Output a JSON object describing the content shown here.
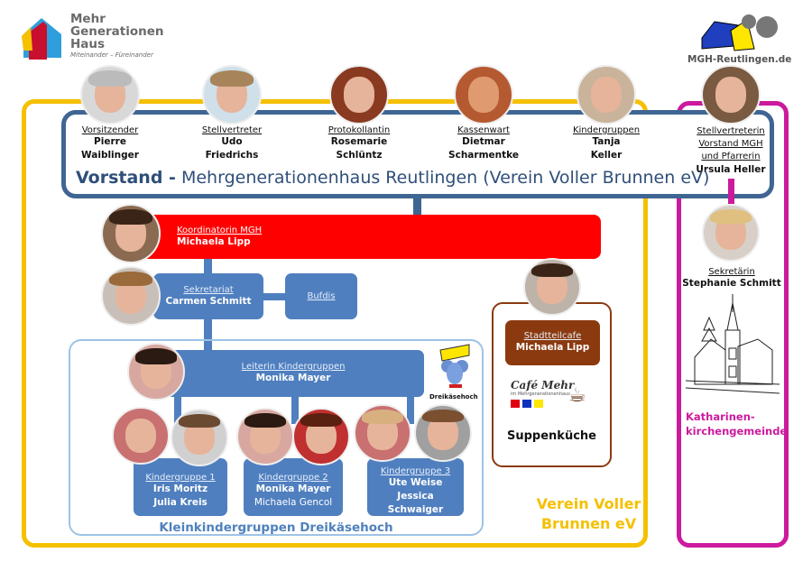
{
  "logo_left": {
    "line1": "Mehr",
    "line2": "Generationen",
    "line3": "Haus",
    "tagline": "Miteinander – Füreinander"
  },
  "logo_right": {
    "text": "MGH-Reutlingen.de"
  },
  "board": {
    "title_bold": "Vorstand -",
    "title_rest": " Mehrgenerationenhaus Reutlingen (Verein Voller Brunnen eV)",
    "members": [
      {
        "role": "Vorsitzender",
        "name1": "Pierre",
        "name2": "Waiblinger"
      },
      {
        "role": "Stellvertreter",
        "name1": "Udo",
        "name2": "Friedrichs"
      },
      {
        "role": "Protokollantin",
        "name1": "Rosemarie",
        "name2": "Schlüntz"
      },
      {
        "role": "Kassenwart",
        "name1": "Dietmar",
        "name2": "Scharmentke"
      },
      {
        "role": "Kindergruppen",
        "name1": "Tanja",
        "name2": "Keller"
      }
    ],
    "deputy": {
      "role1": "Stellvertreterin",
      "role2": "Vorstand  MGH",
      "role3": "und Pfarrerin",
      "name": "Ursula Heller"
    }
  },
  "coordinator": {
    "role": "Koordinatorin MGH",
    "name": "Michaela Lipp"
  },
  "secretariat": {
    "role": "Sekretariat",
    "name": "Carmen Schmitt"
  },
  "bufdis": {
    "role": "Bufdis"
  },
  "kids": {
    "lead": {
      "role": "Leiterin Kindergruppen",
      "name": "Monika Mayer"
    },
    "logo": "Dreikäsehoch",
    "groups": [
      {
        "role": "Kindergruppe 1",
        "line1": "Iris Moritz",
        "line2": "Julia Kreis"
      },
      {
        "role": "Kindergruppe 2",
        "line1": "Monika Mayer",
        "line2": "Michaela Gencol"
      },
      {
        "role": "Kindergruppe 3",
        "line1": "Ute Weise",
        "line2": "Jessica",
        "line3": "Schwaiger"
      }
    ],
    "caption": "Kleinkindergruppen Dreikäsehoch"
  },
  "cafe": {
    "role": "Stadtteilcafe",
    "name": "Michaela Lipp",
    "logo1": "Café Mehr",
    "logo2": "im Mehrgenerationenhaus",
    "soup": "Suppenküche"
  },
  "verein": {
    "line1": "Verein Voller",
    "line2": "Brunnen eV"
  },
  "church": {
    "role": "Sekretärin",
    "name": "Stephanie Schmitt",
    "line1": "Katharinen-",
    "line2": "kirchengemeinde"
  },
  "colors": {
    "yellow": "#f5c000",
    "magenta": "#cc1a9e",
    "navy": "#3f6593",
    "blue": "#4f7fbf",
    "red": "#ff0000",
    "brown": "#8b3a0f"
  }
}
